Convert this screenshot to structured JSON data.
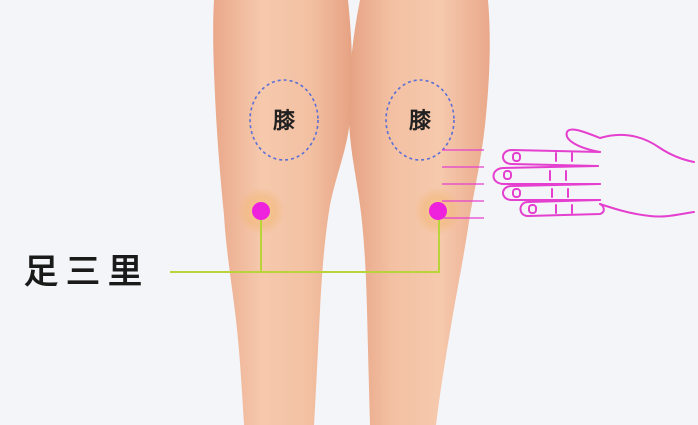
{
  "labels": {
    "left_knee": "膝",
    "right_knee": "膝",
    "acupoint": "足三里"
  },
  "colors": {
    "background": "#f4f5f8",
    "skin": "#f3c2a4",
    "skin_shadow": "#e9a98a",
    "knee_outline": "#5b6fd6",
    "acupoint_dot": "#ee22dd",
    "acupoint_glow": "#f2b878",
    "leader_line": "#b9d43a",
    "hand_outline": "#e43fcf"
  },
  "icons": {
    "hand": "hand-measure-icon"
  }
}
